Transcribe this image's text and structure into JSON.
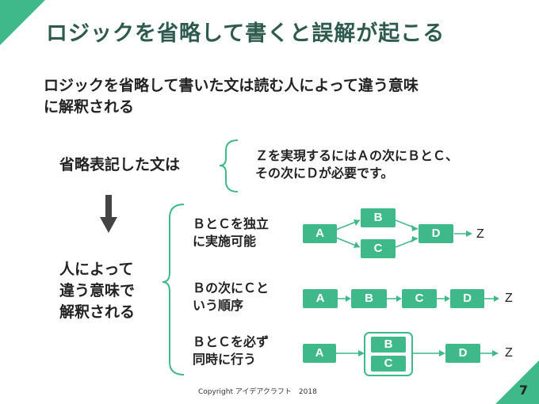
{
  "title": "ロジックを省略して書くと誤解が起こる",
  "subtitle_line1": "ロジックを省略して書いた文は読む人によって違う意味",
  "subtitle_line2": "に解釈される",
  "abbreviated": {
    "label": "省略表記した文は",
    "desc_line1": "Ｚを実現するにはＡの次にＢとＣ、",
    "desc_line2": "その次にＤが必要です。"
  },
  "interpretations": {
    "label_line1": "人によって",
    "label_line2": "違う意味で",
    "label_line3": "解釈される",
    "items": [
      {
        "line1": "ＢとＣを独立",
        "line2": "に実施可能"
      },
      {
        "line1": "Ｂの次にＣと",
        "line2": "いう順序"
      },
      {
        "line1": "ＢとＣを必ず",
        "line2": "同時に行う"
      }
    ]
  },
  "nodes": {
    "a": "A",
    "b": "B",
    "c": "C",
    "d": "D",
    "z": "Z"
  },
  "copyright": "Copyright  アイデアクラフト　2018",
  "page_number": "7",
  "colors": {
    "accent": "#3fb989",
    "title": "#2e5b4e",
    "arrow": "#444444"
  }
}
